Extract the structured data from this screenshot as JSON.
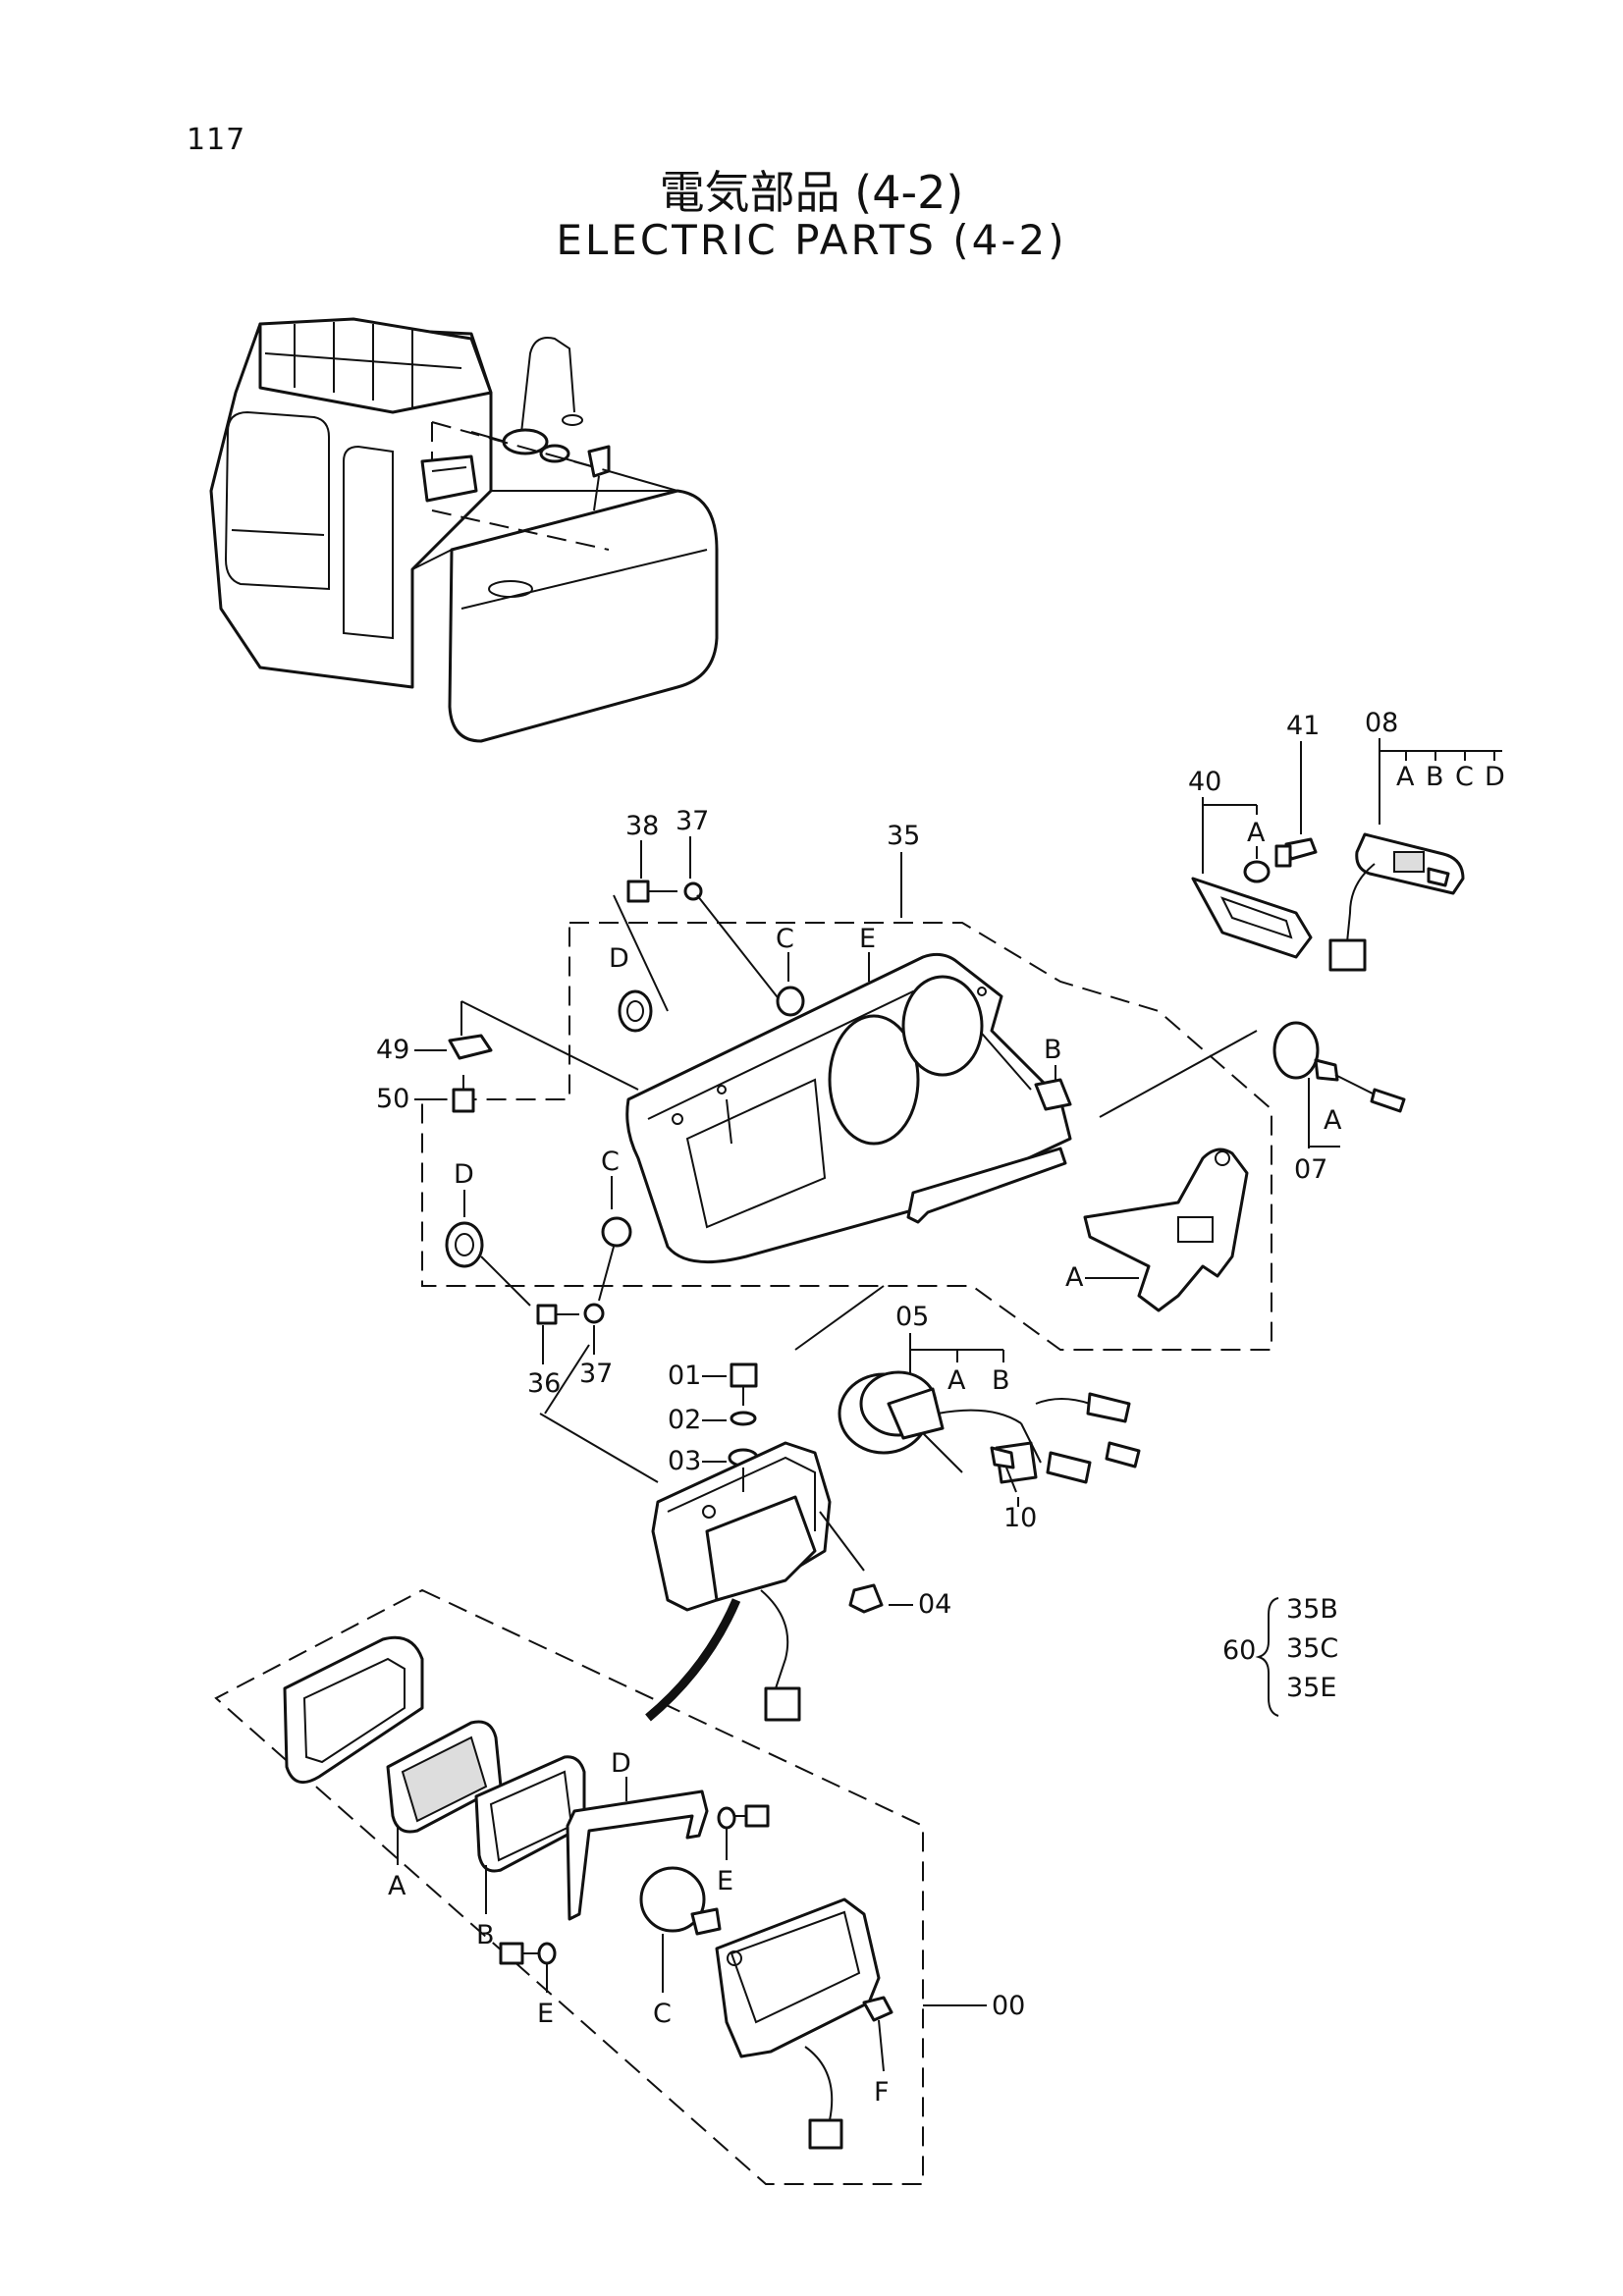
{
  "page": {
    "number": "117"
  },
  "title": {
    "jp": "電気部品 (4-2)",
    "en": "ELECTRIC PARTS (4-2)"
  },
  "callouts": {
    "p41": "41",
    "p08": "08",
    "p08_A": "A",
    "p08_B": "B",
    "p08_C": "C",
    "p08_D": "D",
    "p40": "40",
    "p40_A": "A",
    "p38": "38",
    "p37_top": "37",
    "p35": "35",
    "p35_C": "C",
    "p35_E": "E",
    "p35_D": "D",
    "p49": "49",
    "p50": "50",
    "p35_B": "B",
    "p07_A": "A",
    "p07": "07",
    "p35_D2": "D",
    "p35_C2": "C",
    "p35_A": "A",
    "p36": "36",
    "p37_bot": "37",
    "p01": "01",
    "p02": "02",
    "p03": "03",
    "p04": "04",
    "p05": "05",
    "p05_A": "A",
    "p05_B": "B",
    "p10": "10",
    "p00_A": "A",
    "p00_B": "B",
    "p00_C": "C",
    "p00_D": "D",
    "p00_E1": "E",
    "p00_E2": "E",
    "p00_F": "F",
    "p00": "00"
  },
  "kit": {
    "number": "60",
    "items": [
      "35B",
      "35C",
      "35E"
    ]
  }
}
